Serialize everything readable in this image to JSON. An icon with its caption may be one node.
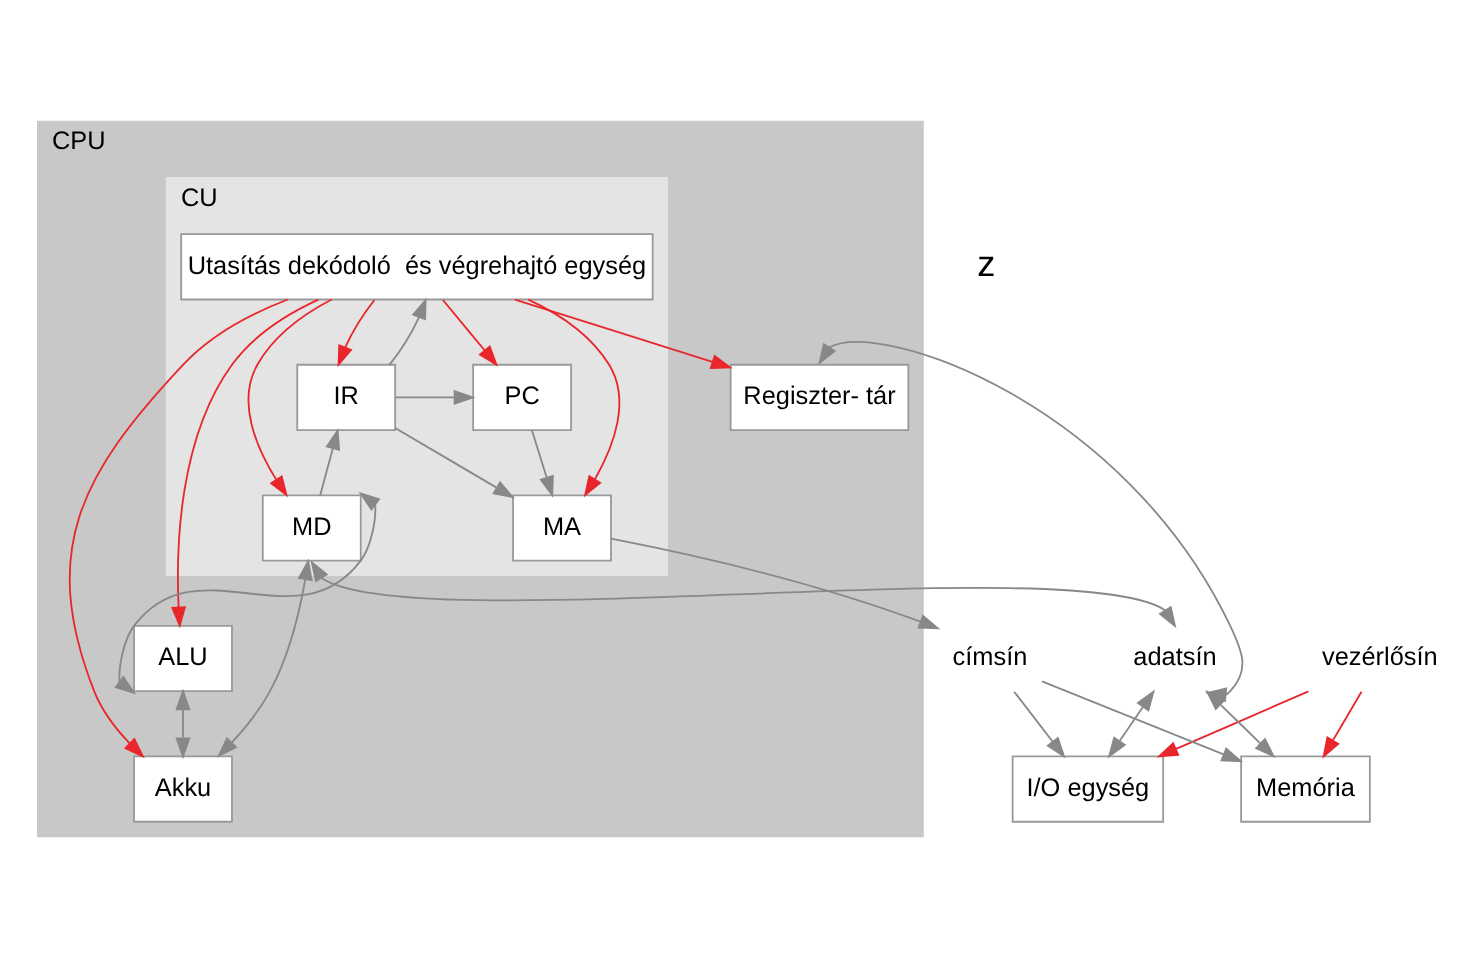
{
  "diagram": {
    "nodes": [
      {
        "text": [
          "CPU"
        ]
      },
      {
        "text": [
          "CU"
        ],
        "in": 0
      },
      {
        "text": [
          "Utasítás dekódoló  és végrehajtó egység"
        ],
        "in": 1
      },
      {
        "text": [
          "PC"
        ],
        "in": 1
      },
      {
        "text": [
          "IR"
        ],
        "in": 1
      },
      {
        "text": [
          "MA"
        ],
        "in": 1
      },
      {
        "text": [
          "MD"
        ],
        "in": 1
      },
      {
        "text": [
          "ALU"
        ],
        "in": 0
      },
      {
        "text": [
          "Akku"
        ],
        "in": 0
      },
      {
        "text": [
          "Regiszter- tár"
        ],
        "in": 0
      },
      {
        "text": [
          "vezérlősín"
        ]
      },
      {
        "text": [
          "címsín"
        ]
      },
      {
        "text": [
          "adatsín"
        ]
      },
      {
        "text": [
          "Memória"
        ]
      },
      {
        "text": [
          "I/O egység"
        ]
      }
    ],
    "edges": [
      {
        "from": 2,
        "to": 3,
        "arrow": "to",
        "color": "#e8262b"
      },
      {
        "from": 2,
        "to": 5,
        "arrow": "to",
        "color": "#e8262b"
      },
      {
        "from": 2,
        "to": 7,
        "arrow": "to",
        "color": "#e8262b"
      },
      {
        "from": 2,
        "to": 4,
        "arrow": "to",
        "color": "#e8262b"
      },
      {
        "from": 2,
        "to": 6,
        "arrow": "to",
        "color": "#e8262b"
      },
      {
        "from": 2,
        "to": 8,
        "arrow": "to",
        "color": "#e8262b"
      },
      {
        "from": 2,
        "to": 9,
        "arrow": "to",
        "color": "#e8262b"
      },
      {
        "from": 4,
        "to": 3,
        "arrow": "to"
      },
      {
        "from": 4,
        "to": 5,
        "arrow": "to"
      },
      {
        "from": 3,
        "to": 5,
        "arrow": "to"
      },
      {
        "from": 6,
        "to": 4,
        "arrow": "to"
      },
      {
        "from": 4,
        "to": 2,
        "arrow": "to"
      },
      {
        "from": 6,
        "to": 8,
        "arrow": "both"
      },
      {
        "from": 6,
        "to": 7,
        "arrow": "both"
      },
      {
        "from": 7,
        "to": 8,
        "arrow": "both"
      },
      {
        "from": 5,
        "to": 11,
        "arrow": "to"
      },
      {
        "from": 6,
        "to": 12,
        "arrow": "both"
      },
      {
        "from": 12,
        "to": 9,
        "arrow": "both"
      },
      {
        "from": 10,
        "to": 13,
        "arrow": "to",
        "color": "#e8262b"
      },
      {
        "from": 10,
        "to": 14,
        "arrow": "to",
        "color": "#e8262b"
      },
      {
        "from": 11,
        "to": 13,
        "arrow": "to"
      },
      {
        "from": 11,
        "to": 14,
        "arrow": "to"
      },
      {
        "from": 12,
        "to": 13,
        "arrow": "both"
      },
      {
        "from": 12,
        "to": 14,
        "arrow": "both"
      }
    ],
    "labels": [
      "z"
    ]
  }
}
